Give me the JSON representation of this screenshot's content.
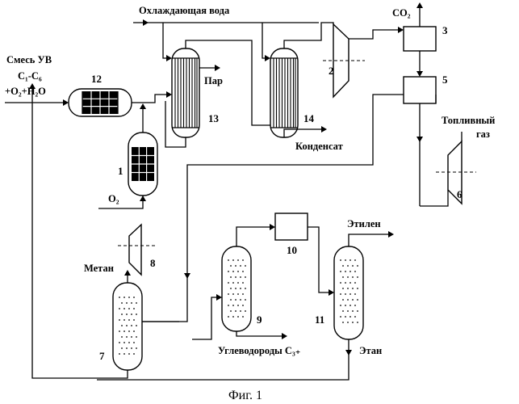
{
  "labels": {
    "feed_line1": "Смесь УВ",
    "feed_line2": "C₁-C₆",
    "feed_line3": "+O₂+H₂O",
    "cooling_water": "Охлаждающая вода",
    "co2": "CO₂",
    "steam": "Пар",
    "condensate": "Конденсат",
    "fuel_gas_line1": "Топливный",
    "fuel_gas_line2": "газ",
    "o2_input": "O₂",
    "methane": "Метан",
    "ethylene": "Этилен",
    "ethane": "Этан",
    "hydrocarbons": "Углеводороды C₃₊"
  },
  "unit_numbers": {
    "n1": "1",
    "n2": "2",
    "n3": "3",
    "n5": "5",
    "n6": "6",
    "n7": "7",
    "n8": "8",
    "n9": "9",
    "n10": "10",
    "n11": "11",
    "n12": "12",
    "n13": "13",
    "n14": "14"
  },
  "caption": "Фиг. 1"
}
